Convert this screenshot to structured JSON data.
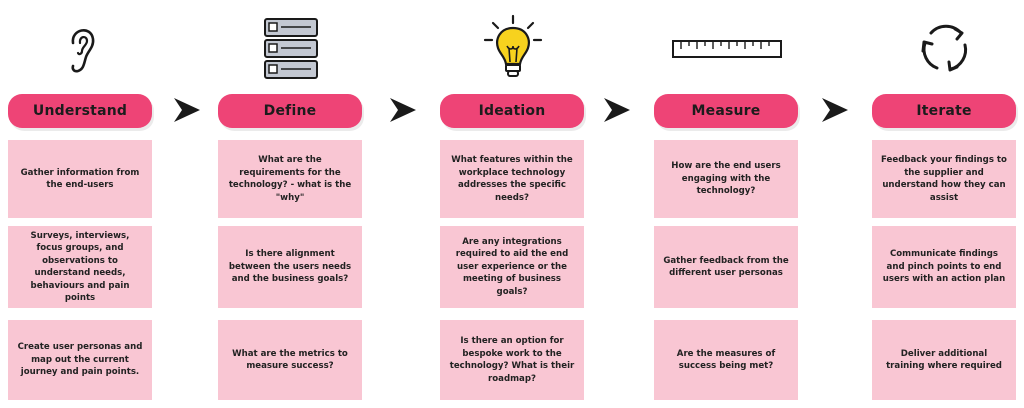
{
  "stages": [
    {
      "title": "Understand",
      "icon": "ear-icon",
      "cards": [
        "Gather information from the end-users",
        "Surveys, interviews, focus groups, and observations to understand needs, behaviours and pain points",
        "Create user personas and map out the current journey and pain points."
      ]
    },
    {
      "title": "Define",
      "icon": "server-stack-icon",
      "cards": [
        "What are the requirements for the technology? - what is the \"why\"",
        "Is there alignment between the users needs and the business goals?",
        "What are the metrics to measure success?"
      ]
    },
    {
      "title": "Ideation",
      "icon": "lightbulb-icon",
      "cards": [
        "What features within the workplace technology addresses the specific needs?",
        "Are any integrations required to aid the end user experience or the meeting of business goals?",
        "Is there an option for bespoke work to the technology? What is their roadmap?"
      ]
    },
    {
      "title": "Measure",
      "icon": "ruler-icon",
      "cards": [
        "How are the end users engaging with the technology?",
        "Gather feedback from the different user personas",
        "Are the measures of success being met?"
      ]
    },
    {
      "title": "Iterate",
      "icon": "cycle-arrows-icon",
      "cards": [
        "Feedback your findings to the supplier and understand how they can assist",
        "Communicate findings and pinch points to end users with an action plan",
        "Deliver additional training where required"
      ]
    }
  ],
  "colors": {
    "pill": "#ee4476",
    "card": "#f9c6d3",
    "bulb": "#f7d21e"
  }
}
